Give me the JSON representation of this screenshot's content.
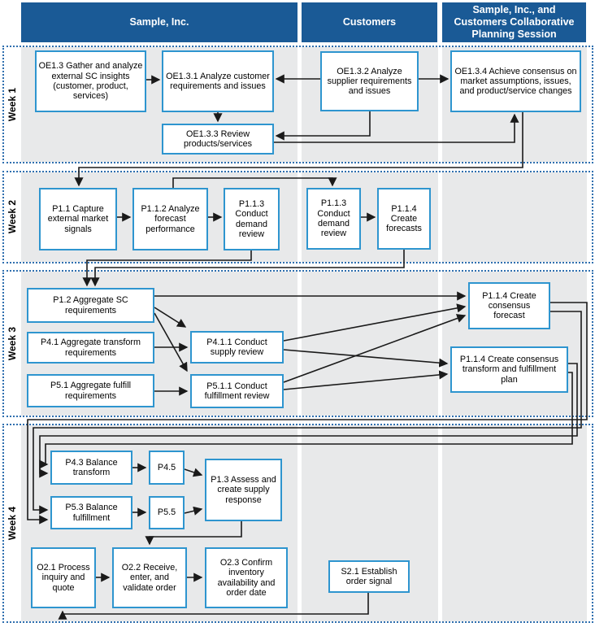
{
  "lanes": [
    "Sample, Inc.",
    "Customers",
    "Sample, Inc., and Customers Collaborative Planning Session"
  ],
  "weeks": [
    "Week 1",
    "Week 2",
    "Week 3",
    "Week 4"
  ],
  "nodes": {
    "oe13": "OE1.3 Gather and analyze external SC insights (customer, product, services)",
    "oe131": "OE1.3.1 Analyze customer requirements and issues",
    "oe132": "OE1.3.2 Analyze supplier requirements and issues",
    "oe134": "OE1.3.4 Achieve consensus on market assumptions, issues, and product/service changes",
    "oe133": "OE1.3.3 Review products/services",
    "p11": "P1.1 Capture external market signals",
    "p112": "P1.1.2 Analyze forecast performance",
    "p113s": "P1.1.3 Conduct demand review",
    "p113c": "P1.1.3 Conduct demand review",
    "p114c": "P1.1.4 Create forecasts",
    "p12": "P1.2 Aggregate SC requirements",
    "p41": "P4.1 Aggregate transform requirements",
    "p51": "P5.1 Aggregate fulfill requirements",
    "p411": "P4.1.1 Conduct supply review",
    "p511": "P5.1.1 Conduct fulfillment review",
    "cf": "P1.1.4 Create consensus forecast",
    "cp": "P1.1.4 Create consensus transform and fulfillment plan",
    "p43": "P4.3 Balance transform",
    "p45": "P4.5",
    "p53": "P5.3 Balance fulfillment",
    "p55": "P5.5",
    "p13": "P1.3 Assess and create supply response",
    "o21": "O2.1 Process inquiry and quote",
    "o22": "O2.2 Receive, enter, and validate order",
    "o23": "O2.3 Confirm inventory availability and order date",
    "s21": "S2.1 Establish order signal"
  },
  "colors": {
    "header_bg": "#1a5a96",
    "header_text": "#ffffff",
    "box_border": "#2e95cf",
    "box_fill": "#ffffff",
    "lane_bg": "#e8e9ea",
    "week_border": "#2f6faf",
    "connector": "#1a1a1a"
  }
}
